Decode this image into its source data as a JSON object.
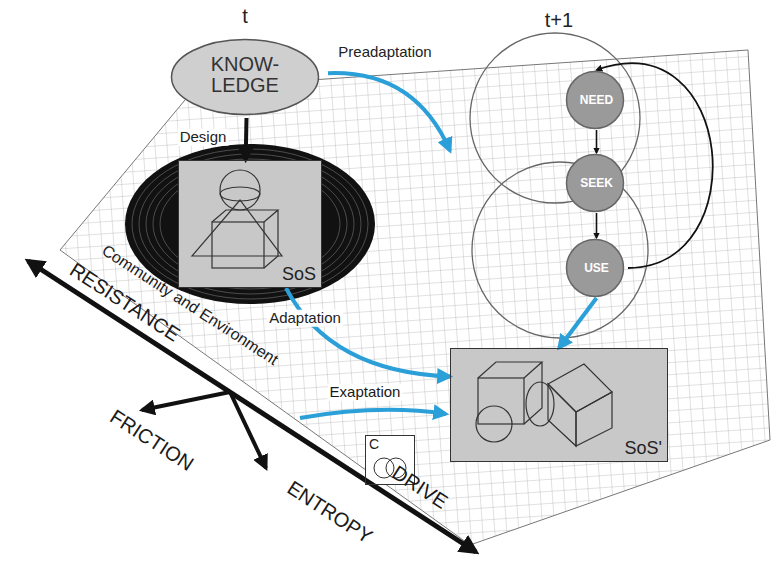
{
  "diagram": {
    "nodes": [
      {
        "text": [
          "t",
          "KNOW- LEDGE"
        ]
      },
      {
        "text": [
          "SoS"
        ]
      },
      {
        "text": [
          "t+1"
        ]
      },
      {
        "text": [
          "NEED"
        ],
        "in": 2
      },
      {
        "text": [
          "SEEK"
        ],
        "in": 2
      },
      {
        "text": [
          "USE"
        ],
        "in": 2
      },
      {
        "text": [
          "SoS'"
        ]
      },
      {
        "text": [
          "C"
        ]
      }
    ],
    "edges": [
      {
        "from": 0,
        "to": 1,
        "label": "Design",
        "arrow": "to"
      },
      {
        "from": 0,
        "to": 2,
        "label": "Preadaptation",
        "arrow": "to"
      },
      {
        "from": 1,
        "to": 6,
        "label": "Adaptation",
        "arrow": "to"
      },
      {
        "from": 3,
        "to": 4,
        "arrow": "to"
      },
      {
        "from": 4,
        "to": 5,
        "arrow": "to"
      },
      {
        "from": 5,
        "to": 3,
        "arrow": "to"
      },
      {
        "from": 5,
        "to": 6,
        "arrow": "to"
      }
    ],
    "labels": [
      "Exaptation",
      "Community and Environment",
      "RESISTANCE",
      "FRICTION",
      "ENTROPY",
      "DRIVE"
    ]
  }
}
